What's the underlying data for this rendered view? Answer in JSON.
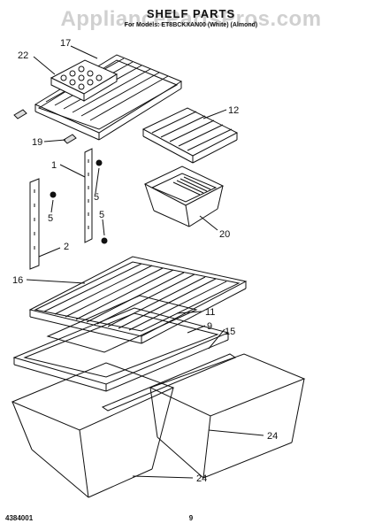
{
  "header": {
    "title": "SHELF PARTS",
    "models": "For Models: ET8BCKXAN00 (White) (Almond)",
    "colors": "(White) (Almond)"
  },
  "watermark": "AppliancePartsPros.com",
  "callouts": {
    "c17": "17",
    "c22": "22",
    "c12": "12",
    "c19": "19",
    "c1": "1",
    "c5a": "5",
    "c5b": "5",
    "c5c": "5",
    "c2": "2",
    "c20": "20",
    "c16": "16",
    "c11": "11",
    "c9": "9",
    "c15": "15",
    "c24a": "24",
    "c24b": "24"
  },
  "footer": {
    "doc_number": "4384001",
    "page": "9"
  }
}
